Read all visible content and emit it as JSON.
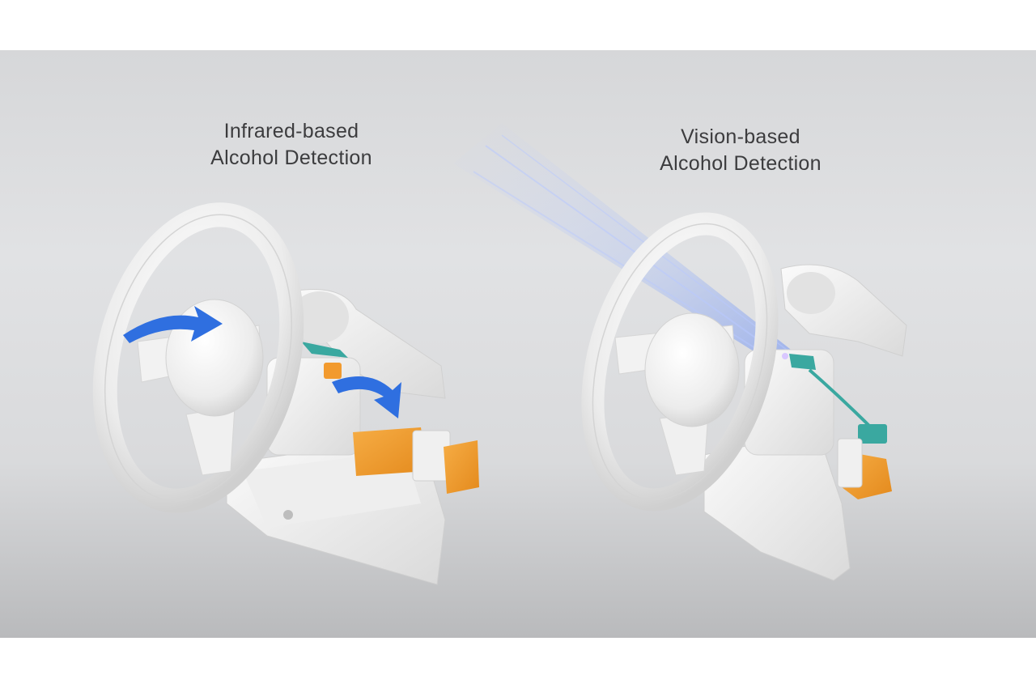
{
  "scene": {
    "left_panel": {
      "title_line1": "Infrared-based",
      "title_line2": "Alcohol Detection"
    },
    "right_panel": {
      "title_line1": "Vision-based",
      "title_line2": "Alcohol Detection"
    }
  },
  "colors": {
    "background": "#dcdddf",
    "module_white": "#f4f4f4",
    "sensor_orange": "#f29a2e",
    "airflow_blue": "#2f6fe0",
    "circuit_teal": "#3aa8a0",
    "camera_beam": "#9fb7f5"
  }
}
